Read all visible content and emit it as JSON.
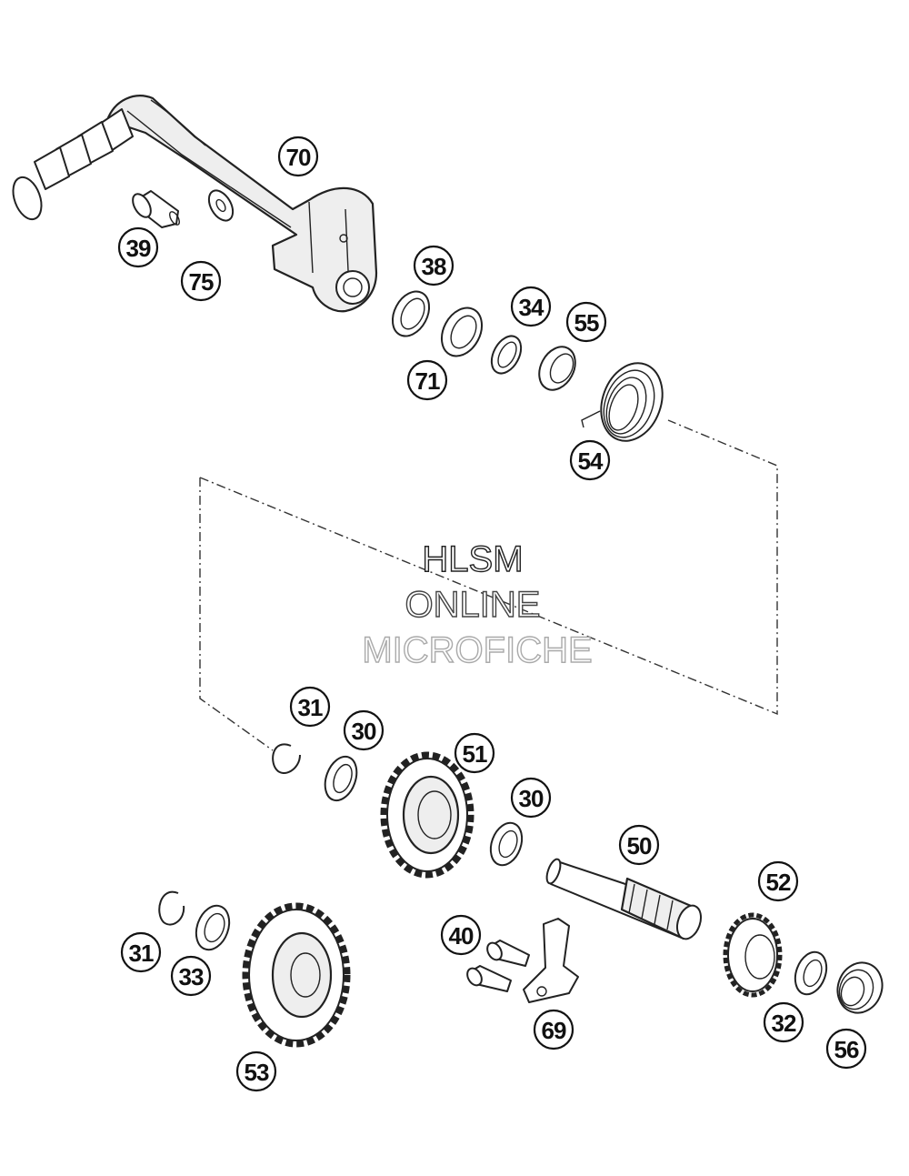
{
  "watermark": {
    "line1": "HLSM",
    "line2": "ONLINE",
    "line3": "MICROFICHE"
  },
  "callouts": {
    "c70": "70",
    "c39": "39",
    "c75": "75",
    "c38": "38",
    "c34": "34",
    "c55": "55",
    "c71": "71",
    "c54": "54",
    "c31a": "31",
    "c30a": "30",
    "c51": "51",
    "c30b": "30",
    "c50": "50",
    "c52": "52",
    "c40": "40",
    "c31b": "31",
    "c33": "33",
    "c53": "53",
    "c69": "69",
    "c32": "32",
    "c56": "56"
  }
}
